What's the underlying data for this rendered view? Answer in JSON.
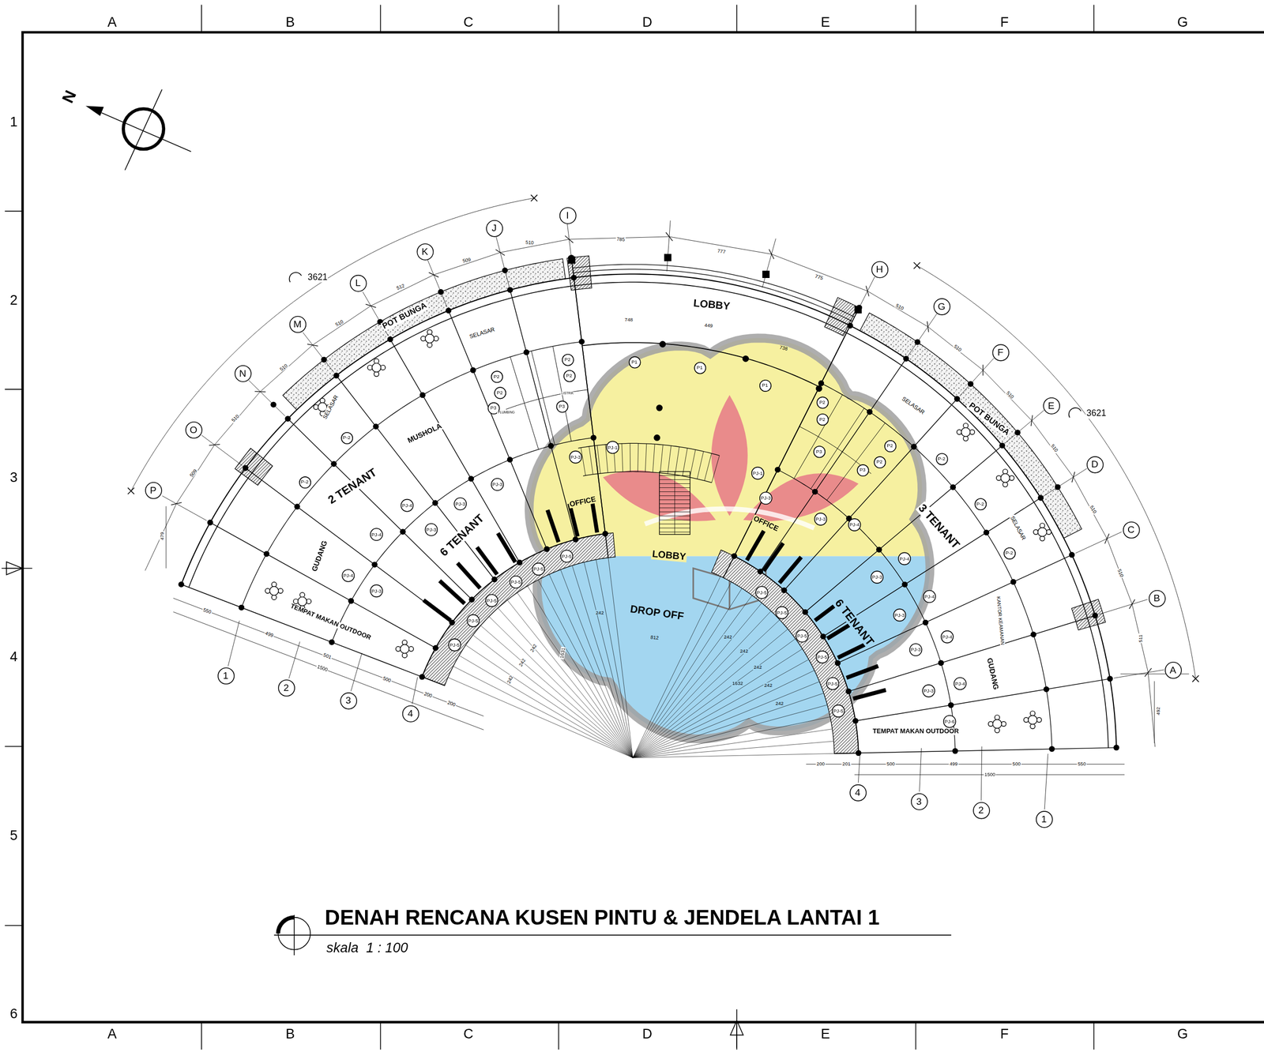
{
  "diagram": {
    "title": "DENAH RENCANA KUSEN PINTU & JENDELA LANTAI 1",
    "caption": "skala  1 : 100",
    "nodes": [
      {
        "text": [
          "I"
        ]
      },
      {
        "text": [
          "J"
        ]
      },
      {
        "text": [
          "K"
        ]
      },
      {
        "text": [
          "L"
        ]
      },
      {
        "text": [
          "M"
        ]
      },
      {
        "text": [
          "N"
        ]
      },
      {
        "text": [
          "O"
        ]
      },
      {
        "text": [
          "P"
        ]
      },
      {
        "text": [
          "H"
        ]
      },
      {
        "text": [
          "G"
        ]
      },
      {
        "text": [
          "F"
        ]
      },
      {
        "text": [
          "E"
        ]
      },
      {
        "text": [
          "D"
        ]
      },
      {
        "text": [
          "C"
        ]
      },
      {
        "text": [
          "B"
        ]
      },
      {
        "text": [
          "A"
        ]
      },
      {
        "text": [
          "1"
        ]
      },
      {
        "text": [
          "2"
        ]
      },
      {
        "text": [
          "3"
        ]
      },
      {
        "text": [
          "4"
        ]
      },
      {
        "text": [
          "4"
        ]
      },
      {
        "text": [
          "3"
        ]
      },
      {
        "text": [
          "2"
        ]
      },
      {
        "text": [
          "1"
        ]
      },
      {
        "text": [
          "P1"
        ]
      },
      {
        "text": [
          "P1"
        ]
      },
      {
        "text": [
          "P1"
        ]
      },
      {
        "text": [
          "P2"
        ]
      },
      {
        "text": [
          "P2"
        ]
      },
      {
        "text": [
          "P2"
        ]
      },
      {
        "text": [
          "P2"
        ]
      },
      {
        "text": [
          "P3"
        ]
      },
      {
        "text": [
          "P3"
        ]
      },
      {
        "text": [
          "PJ-1"
        ]
      },
      {
        "text": [
          "PJ-3"
        ]
      },
      {
        "text": [
          "PJ-3"
        ]
      },
      {
        "text": [
          "PJ-3"
        ]
      },
      {
        "text": [
          "PJ-3"
        ]
      },
      {
        "text": [
          "PJ-3"
        ]
      },
      {
        "text": [
          "P-2"
        ]
      },
      {
        "text": [
          "P-2"
        ]
      },
      {
        "text": [
          "PJ-4"
        ]
      },
      {
        "text": [
          "PJ-4"
        ]
      },
      {
        "text": [
          "PJ-4"
        ]
      },
      {
        "text": [
          "PJ-5"
        ]
      },
      {
        "text": [
          "PJ-5"
        ]
      },
      {
        "text": [
          "PJ-5"
        ]
      },
      {
        "text": [
          "PJ-5"
        ]
      },
      {
        "text": [
          "PJ-5"
        ]
      },
      {
        "text": [
          "PJ-5"
        ]
      },
      {
        "text": [
          "PJ-1"
        ]
      },
      {
        "text": [
          "PJ-3"
        ]
      },
      {
        "text": [
          "PJ-3"
        ]
      },
      {
        "text": [
          "P2"
        ]
      },
      {
        "text": [
          "P2"
        ]
      },
      {
        "text": [
          "P2"
        ]
      },
      {
        "text": [
          "P2"
        ]
      },
      {
        "text": [
          "P3"
        ]
      },
      {
        "text": [
          "P3"
        ]
      },
      {
        "text": [
          "P-2"
        ]
      },
      {
        "text": [
          "P-2"
        ]
      },
      {
        "text": [
          "P-2"
        ]
      },
      {
        "text": [
          "PJ-4"
        ]
      },
      {
        "text": [
          "PJ-4"
        ]
      },
      {
        "text": [
          "PJ-4"
        ]
      },
      {
        "text": [
          "PJ-4"
        ]
      },
      {
        "text": [
          "PJ-4"
        ]
      },
      {
        "text": [
          "PJ-3"
        ]
      },
      {
        "text": [
          "PJ-3"
        ]
      },
      {
        "text": [
          "PJ-3"
        ]
      },
      {
        "text": [
          "PJ-3"
        ]
      },
      {
        "text": [
          "PJ-5"
        ]
      },
      {
        "text": [
          "PJ-5"
        ]
      },
      {
        "text": [
          "PJ-5"
        ]
      },
      {
        "text": [
          "PJ-5"
        ]
      },
      {
        "text": [
          "PJ-5"
        ]
      },
      {
        "text": [
          "PJ-5"
        ]
      },
      {
        "text": [
          "PJ-6"
        ]
      }
    ],
    "labels": [
      "A",
      "B",
      "C",
      "D",
      "E",
      "F",
      "G",
      "A",
      "B",
      "C",
      "D",
      "E",
      "F",
      "G",
      "1",
      "2",
      "3",
      "4",
      "5",
      "6",
      "N",
      "LOBBY",
      "LOBBY",
      "DROP OFF",
      "POT BUNGA",
      "POT BUNGA",
      "SELASAR",
      "SELASAR",
      "SELASAR",
      "SELASAR",
      "MUSHOLA",
      "2 TENANT",
      "6 TENANT",
      "OFFICE",
      "OFFICE",
      "3 TENANT",
      "6 TENANT",
      "GUDANG",
      "GUDANG",
      "KANTOR KEAMANAN",
      "TEMPAT MAKAN OUTDOOR",
      "TEMPAT MAKAN OUTDOOR",
      "LISTRIK",
      "PLUMBING",
      "3621",
      "3621",
      "510",
      "509",
      "512",
      "510",
      "510",
      "510",
      "509",
      "479",
      "785",
      "777",
      "775",
      "510",
      "510",
      "510",
      "510",
      "510",
      "510",
      "511",
      "492",
      "748",
      "449",
      "738",
      "550",
      "499",
      "501",
      "1500",
      "500",
      "200",
      "200",
      "200",
      "201",
      "500",
      "499",
      "500",
      "550",
      "1500",
      "1631",
      "1632",
      "812",
      "242",
      "242",
      "242",
      "242",
      "242",
      "242",
      "242",
      "242",
      "242"
    ]
  }
}
